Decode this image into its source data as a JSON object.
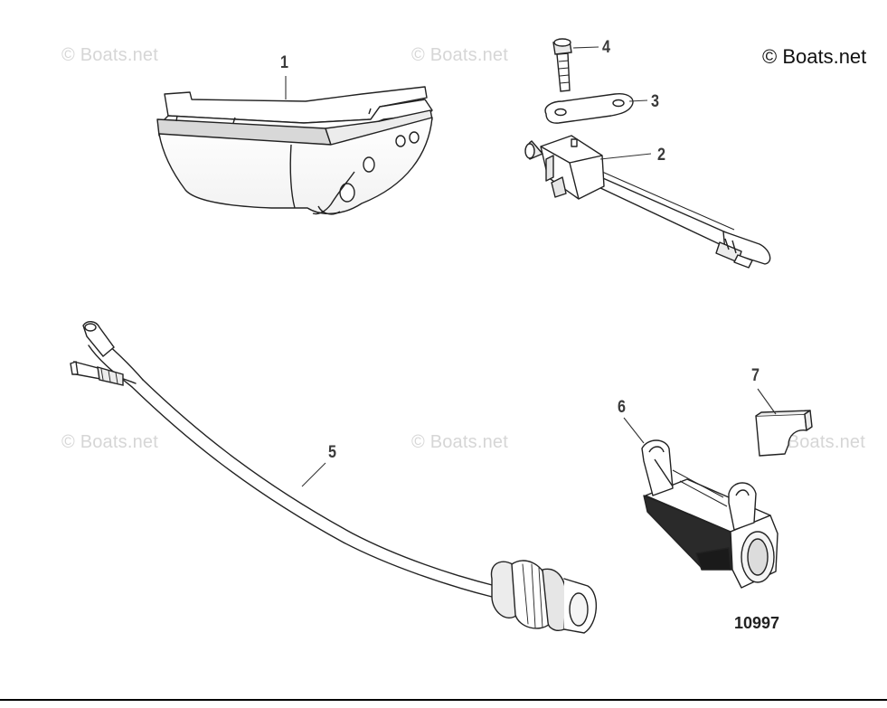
{
  "copyright": "© Boats.net",
  "watermark": "© Boats.net",
  "reference_number": "10997",
  "callouts": [
    "1",
    "2",
    "3",
    "4",
    "5",
    "6",
    "7"
  ]
}
